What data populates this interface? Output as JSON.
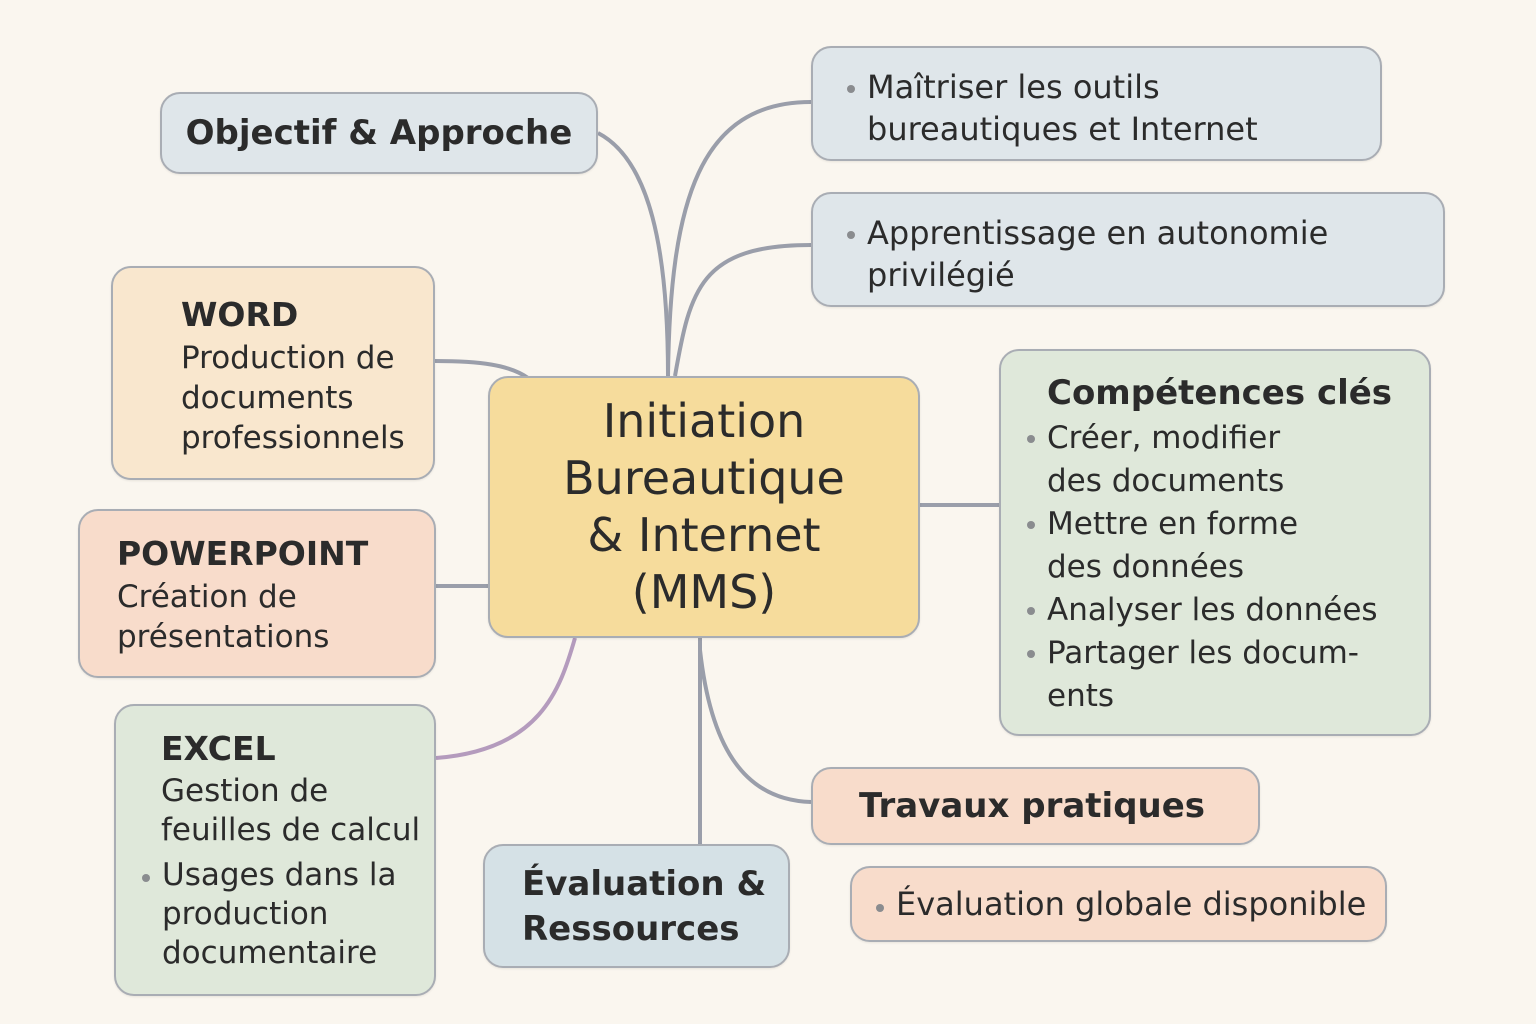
{
  "center": {
    "lines": [
      "Initiation",
      "Bureautique",
      "& Internet",
      "(MMS)"
    ]
  },
  "objectif": {
    "title": "Objectif & Approche"
  },
  "objectif_points": [
    {
      "lines": [
        "Maîtriser les outils",
        "bureautiques et Internet"
      ]
    },
    {
      "lines": [
        "Apprentissage en autonomie",
        "privilégié"
      ]
    }
  ],
  "word": {
    "title": "WORD",
    "lines": [
      "Production de",
      "documents",
      "professionnels"
    ]
  },
  "powerpoint": {
    "title": "POWERPOINT",
    "lines": [
      "Création de",
      "présentations"
    ]
  },
  "excel": {
    "title": "EXCEL",
    "lines": [
      "Gestion de",
      "feuilles de calcul"
    ],
    "bullet_lines": [
      "Usages dans la",
      "production",
      "documentaire"
    ]
  },
  "competences": {
    "title": "Compétences clés",
    "items": [
      {
        "lines": [
          "Créer, modifier",
          "des documents"
        ]
      },
      {
        "lines": [
          "Mettre en forme",
          "des données"
        ]
      },
      {
        "lines": [
          "Analyser les données"
        ]
      },
      {
        "lines": [
          "Partager les docum-",
          "ents"
        ]
      }
    ]
  },
  "travaux": {
    "title": "Travaux pratiques"
  },
  "evaluation": {
    "lines": [
      "Évaluation &",
      "Ressources"
    ]
  },
  "evaluation_globale": {
    "text": "Évaluation globale disponible"
  },
  "colors": {
    "connector": "#9a9eaa",
    "connector_excel": "#b49bbd",
    "center_fill": "#f6dc9c",
    "blue_fill": "#dfe6ea",
    "orange_fill": "#f9e7ce",
    "peach_fill": "#f8dccb",
    "green_fill": "#dfe8da",
    "background": "#faf6ef"
  }
}
